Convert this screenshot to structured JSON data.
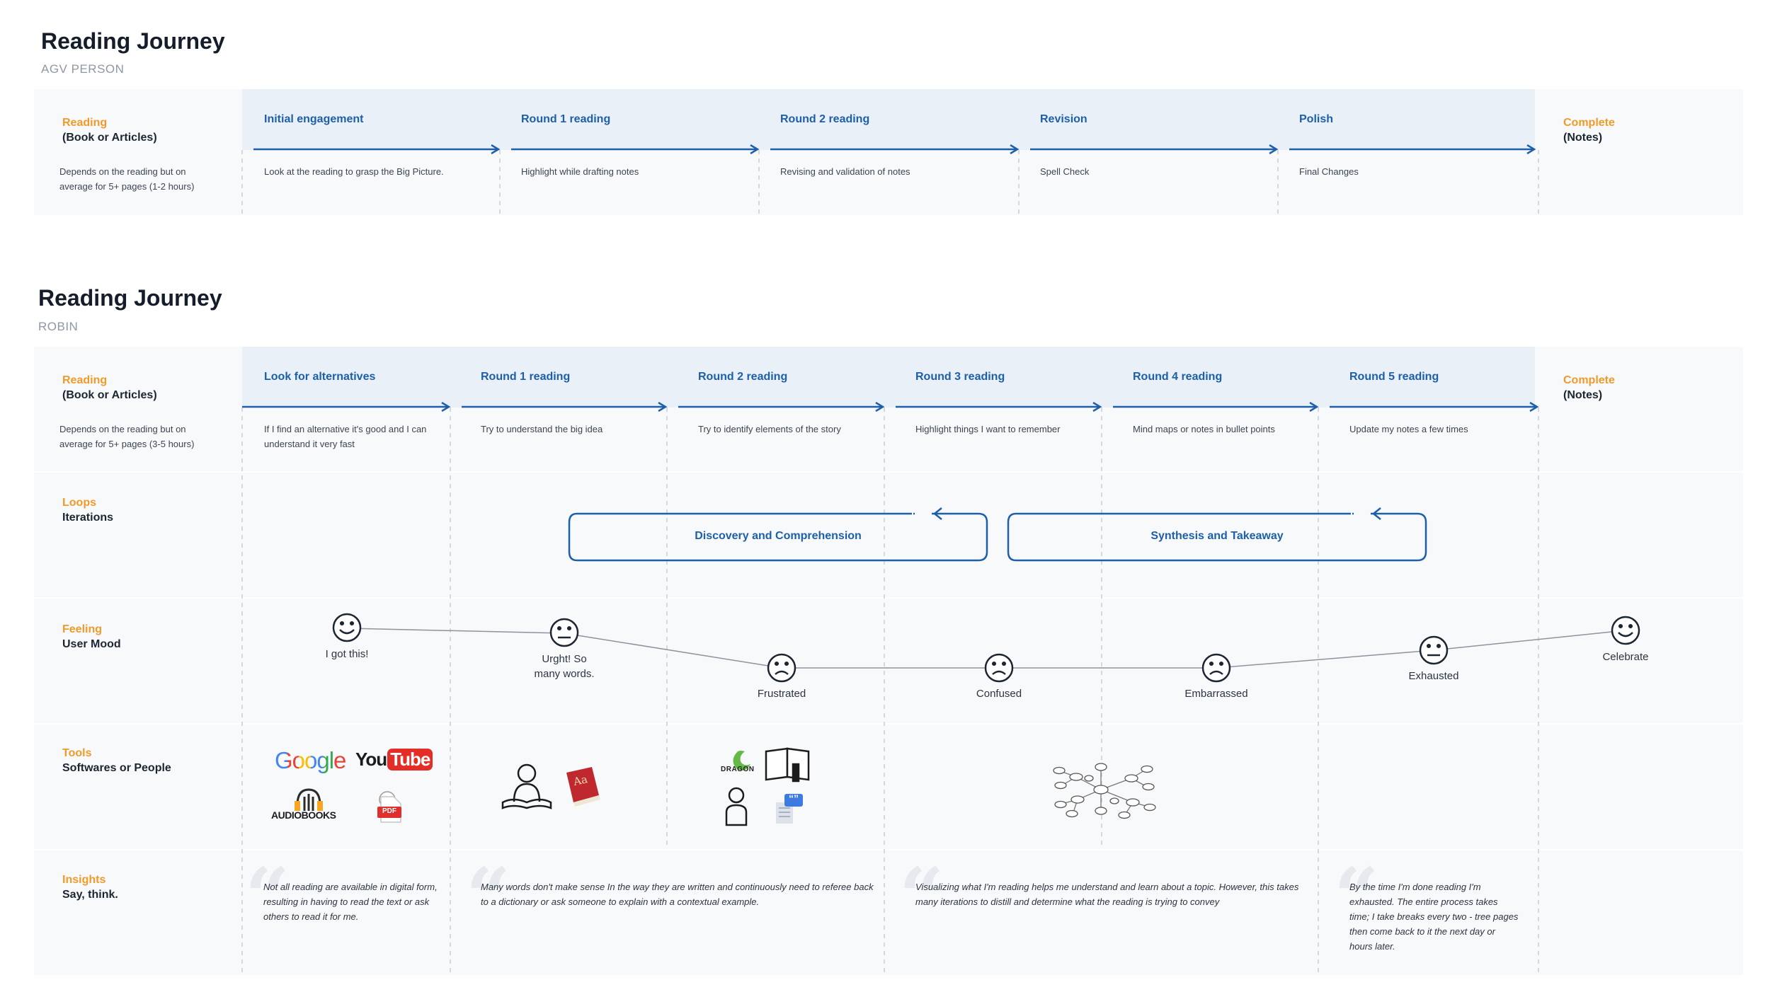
{
  "journey1": {
    "title": "Reading Journey",
    "persona": "AGV PERSON",
    "row": {
      "label_top": "Reading",
      "label_main": "(Book or Articles)",
      "desc": "Depends on the reading but on average for 5+ pages  (1-2 hours)",
      "end_top": "Complete",
      "end_main": "(Notes)"
    },
    "stages": [
      {
        "title": "Initial engagement",
        "desc": "Look at the reading to grasp the Big Picture."
      },
      {
        "title": "Round 1 reading",
        "desc": "Highlight while drafting notes"
      },
      {
        "title": "Round 2 reading",
        "desc": "Revising and validation of notes"
      },
      {
        "title": "Revision",
        "desc": "Spell Check"
      },
      {
        "title": "Polish",
        "desc": "Final Changes"
      }
    ]
  },
  "journey2": {
    "title": "Reading Journey",
    "persona": "ROBIN",
    "row": {
      "label_top": "Reading",
      "label_main": "(Book or Articles)",
      "desc": "Depends on the reading but on average for 5+ pages  (3-5 hours)",
      "end_top": "Complete",
      "end_main": "(Notes)"
    },
    "stages": [
      {
        "title": "Look for alternatives",
        "desc": "If I find an alternative it's good and I can understand it very fast"
      },
      {
        "title": "Round 1 reading",
        "desc": "Try to understand the big idea"
      },
      {
        "title": "Round 2 reading",
        "desc": "Try to identify elements of the story"
      },
      {
        "title": "Round 3 reading",
        "desc": "Highlight things I want to remember"
      },
      {
        "title": "Round 4 reading",
        "desc": "Mind maps or notes in bullet points"
      },
      {
        "title": "Round 5 reading",
        "desc": "Update my notes a few times"
      }
    ],
    "loops": {
      "label_top": "Loops",
      "label_main": "Iterations",
      "items": [
        "Discovery and Comprehension",
        "Synthesis and Takeaway"
      ]
    },
    "feeling": {
      "label_top": "Feeling",
      "label_main": "User Mood",
      "moods": [
        {
          "label": "I got this!",
          "mood": "happy"
        },
        {
          "label": "Urght! So many words.",
          "mood": "neutral"
        },
        {
          "label": "Frustrated",
          "mood": "sad"
        },
        {
          "label": "Confused",
          "mood": "sad"
        },
        {
          "label": "Embarrassed",
          "mood": "sad"
        },
        {
          "label": "Exhausted",
          "mood": "neutral"
        },
        {
          "label": "Celebrate",
          "mood": "happy"
        }
      ]
    },
    "tools": {
      "label_top": "Tools",
      "label_main": "Softwares or People",
      "logos": {
        "google": "Google",
        "youtube_you": "You",
        "youtube_tube": "Tube",
        "audiobooks": "AUDIOBOOKS",
        "pdf": "PDF",
        "dictionary": "Aa",
        "dragon": "DRAGON",
        "quote_app": "“”"
      }
    },
    "insights": {
      "label_top": "Insights",
      "label_main": "Say, think.",
      "quotes": [
        "Not all reading are available in digital form, resulting in having to read the text or ask others to read it for me.",
        "Many words don't make sense In the way they are written and continuously need to referee back to a dictionary or ask someone to explain with a contextual example.",
        "Visualizing what I'm reading helps me understand and learn about a topic. However, this takes many iterations to distill and determine what the reading is trying to convey",
        "By the time I'm done reading I'm exhausted. The entire process takes time; I take breaks every two - tree pages then come back to it the next day or hours later."
      ]
    }
  }
}
